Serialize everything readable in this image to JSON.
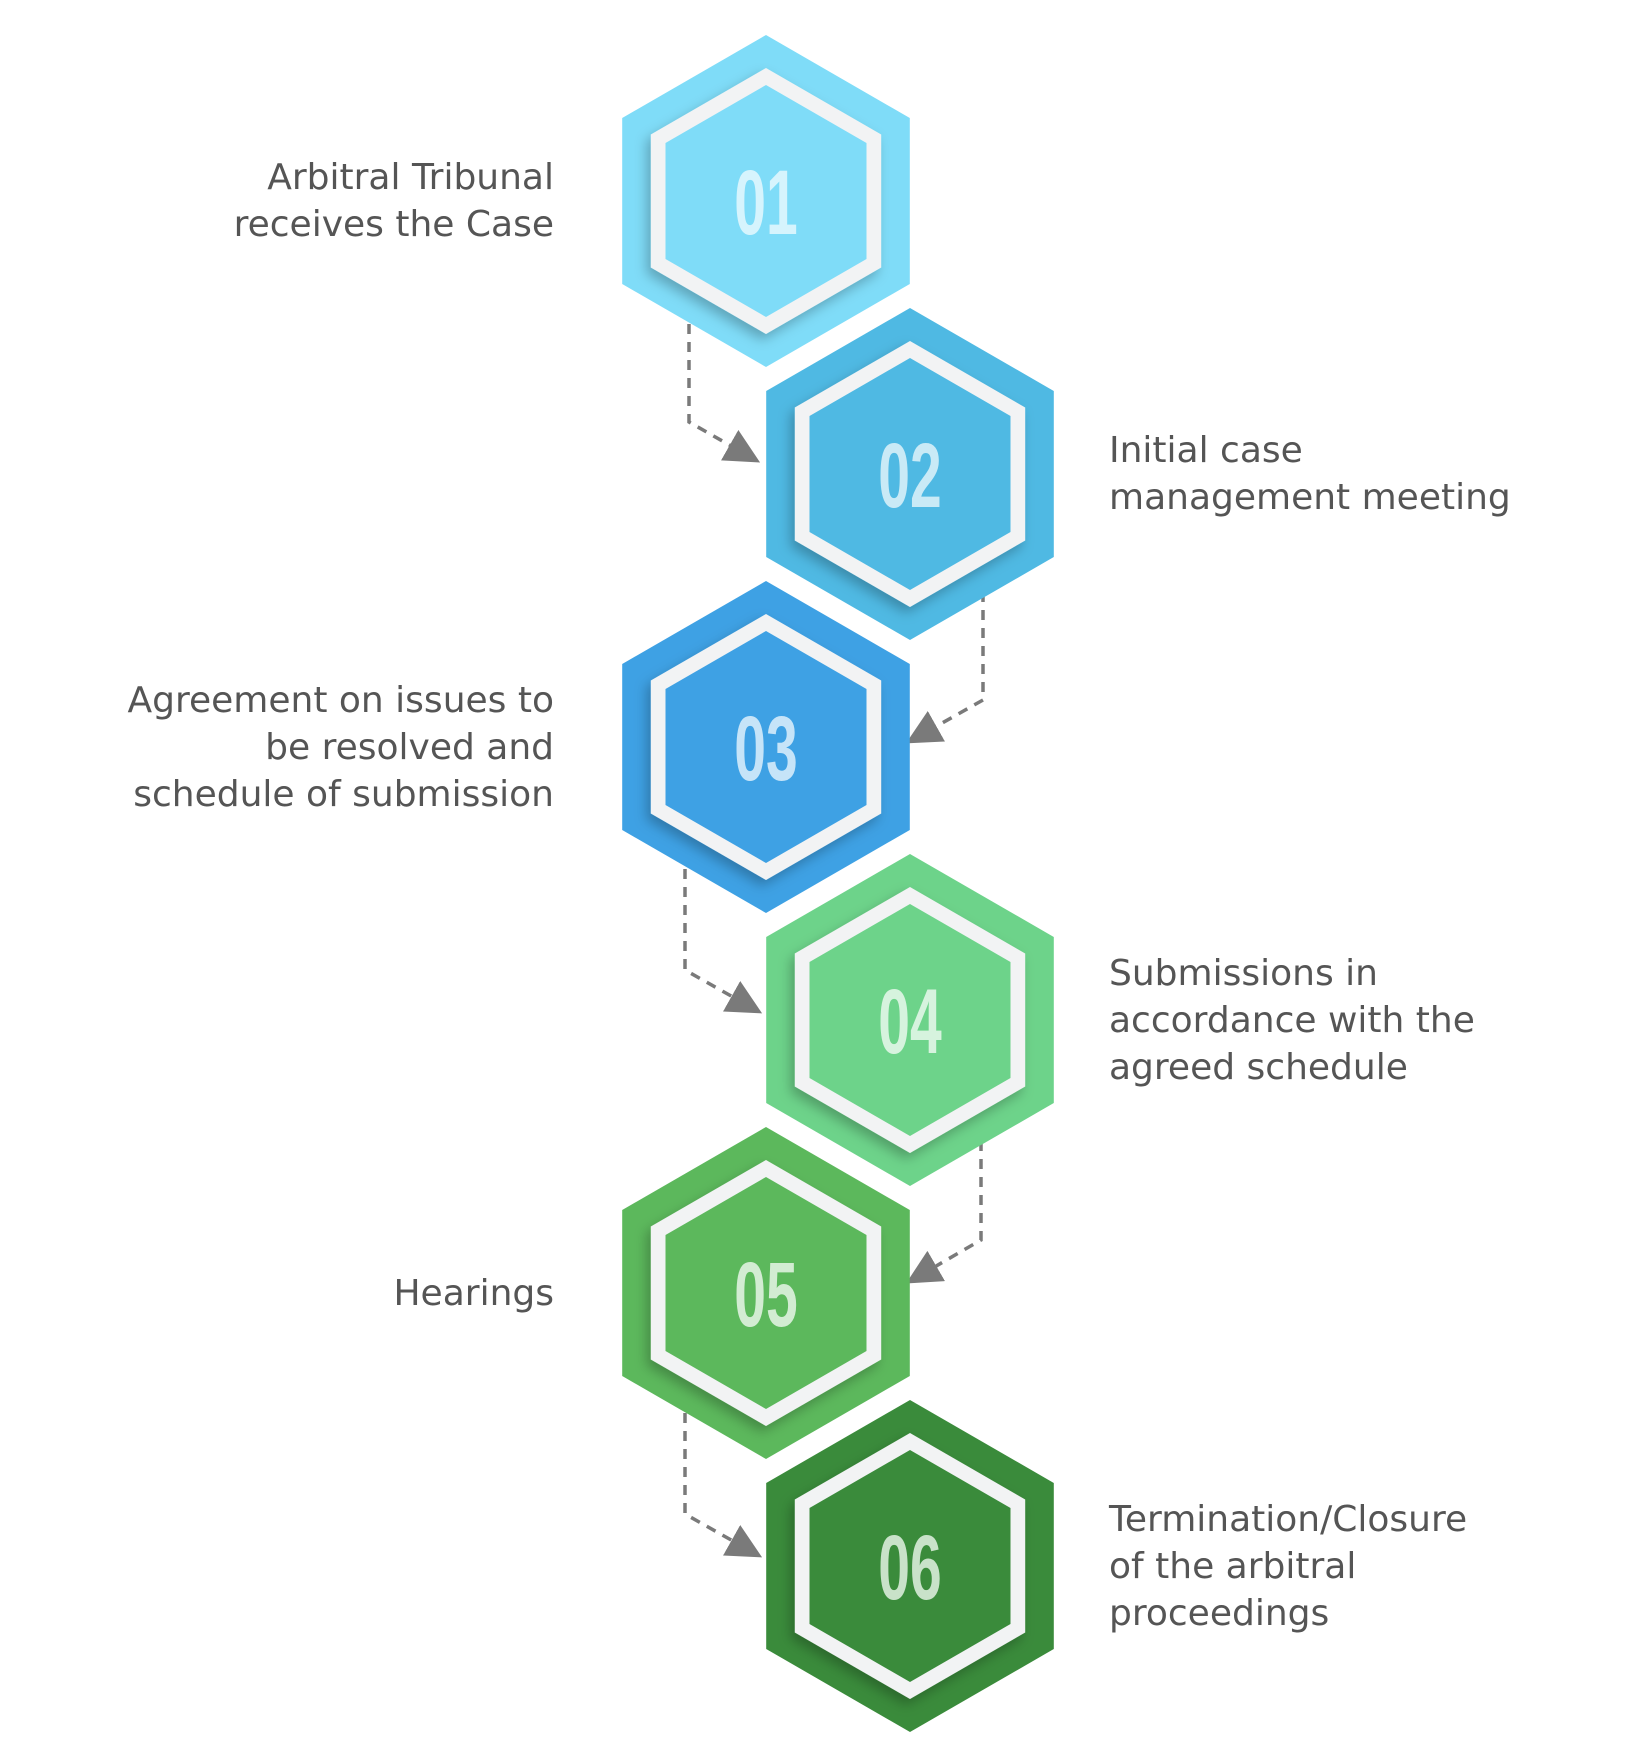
{
  "steps": [
    {
      "number": "01",
      "lines": [
        "Arbitral Tribunal",
        "receives the Case"
      ],
      "color": "#7fdcf8",
      "num_color": "#d6f4fd",
      "side": "left"
    },
    {
      "number": "02",
      "lines": [
        "Initial case",
        "management meeting"
      ],
      "color": "#4fb9e3",
      "num_color": "#c9eaf6",
      "side": "right"
    },
    {
      "number": "03",
      "lines": [
        "Agreement on issues to",
        "be resolved and",
        "schedule of submission"
      ],
      "color": "#3ea1e4",
      "num_color": "#c6e4f8",
      "side": "left"
    },
    {
      "number": "04",
      "lines": [
        "Submissions in",
        "accordance with the",
        "agreed schedule"
      ],
      "color": "#6dd38a",
      "num_color": "#d6f3de",
      "side": "right"
    },
    {
      "number": "05",
      "lines": [
        "Hearings"
      ],
      "color": "#5cb85c",
      "num_color": "#d2ecd2",
      "side": "left"
    },
    {
      "number": "06",
      "lines": [
        "Termination/Closure",
        "of the arbitral",
        "proceedings"
      ],
      "color": "#3a8b3b",
      "num_color": "#c9e2c9",
      "side": "right"
    }
  ],
  "colors": {
    "ring": "#f2f3f4",
    "arrow": "#7a7a7a",
    "text": "#555555"
  }
}
